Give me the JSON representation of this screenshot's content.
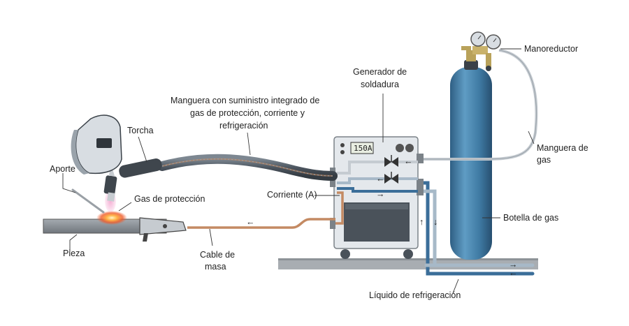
{
  "labels": {
    "torch": "Torcha",
    "filler": "Aporte",
    "shield_gas": "Gas de protección",
    "workpiece": "Pieza",
    "hose_line1": "Manguera con suministro integrado de",
    "hose_line2": "gas de protección, corriente y",
    "hose_line3": "refrigeración",
    "generator_line1": "Generador de",
    "generator_line2": "soldadura",
    "current": "Corriente (A)",
    "ground_line1": "Cable de",
    "ground_line2": "masa",
    "regulator": "Manoreductor",
    "gas_hose_line1": "Manguera de",
    "gas_hose_line2": "gas",
    "gas_bottle": "Botella de gas",
    "coolant": "Líquido de refrigeración"
  },
  "display": {
    "current_value": "150A"
  },
  "colors": {
    "cylinder": "#3f7aa3",
    "coolant_pipe": "#3b6e99",
    "copper_cable": "#c48a63",
    "hose": "#5b6570",
    "machine": "#e4e8ec",
    "workpiece": "#8a9097",
    "floor": "#a8adb2"
  }
}
